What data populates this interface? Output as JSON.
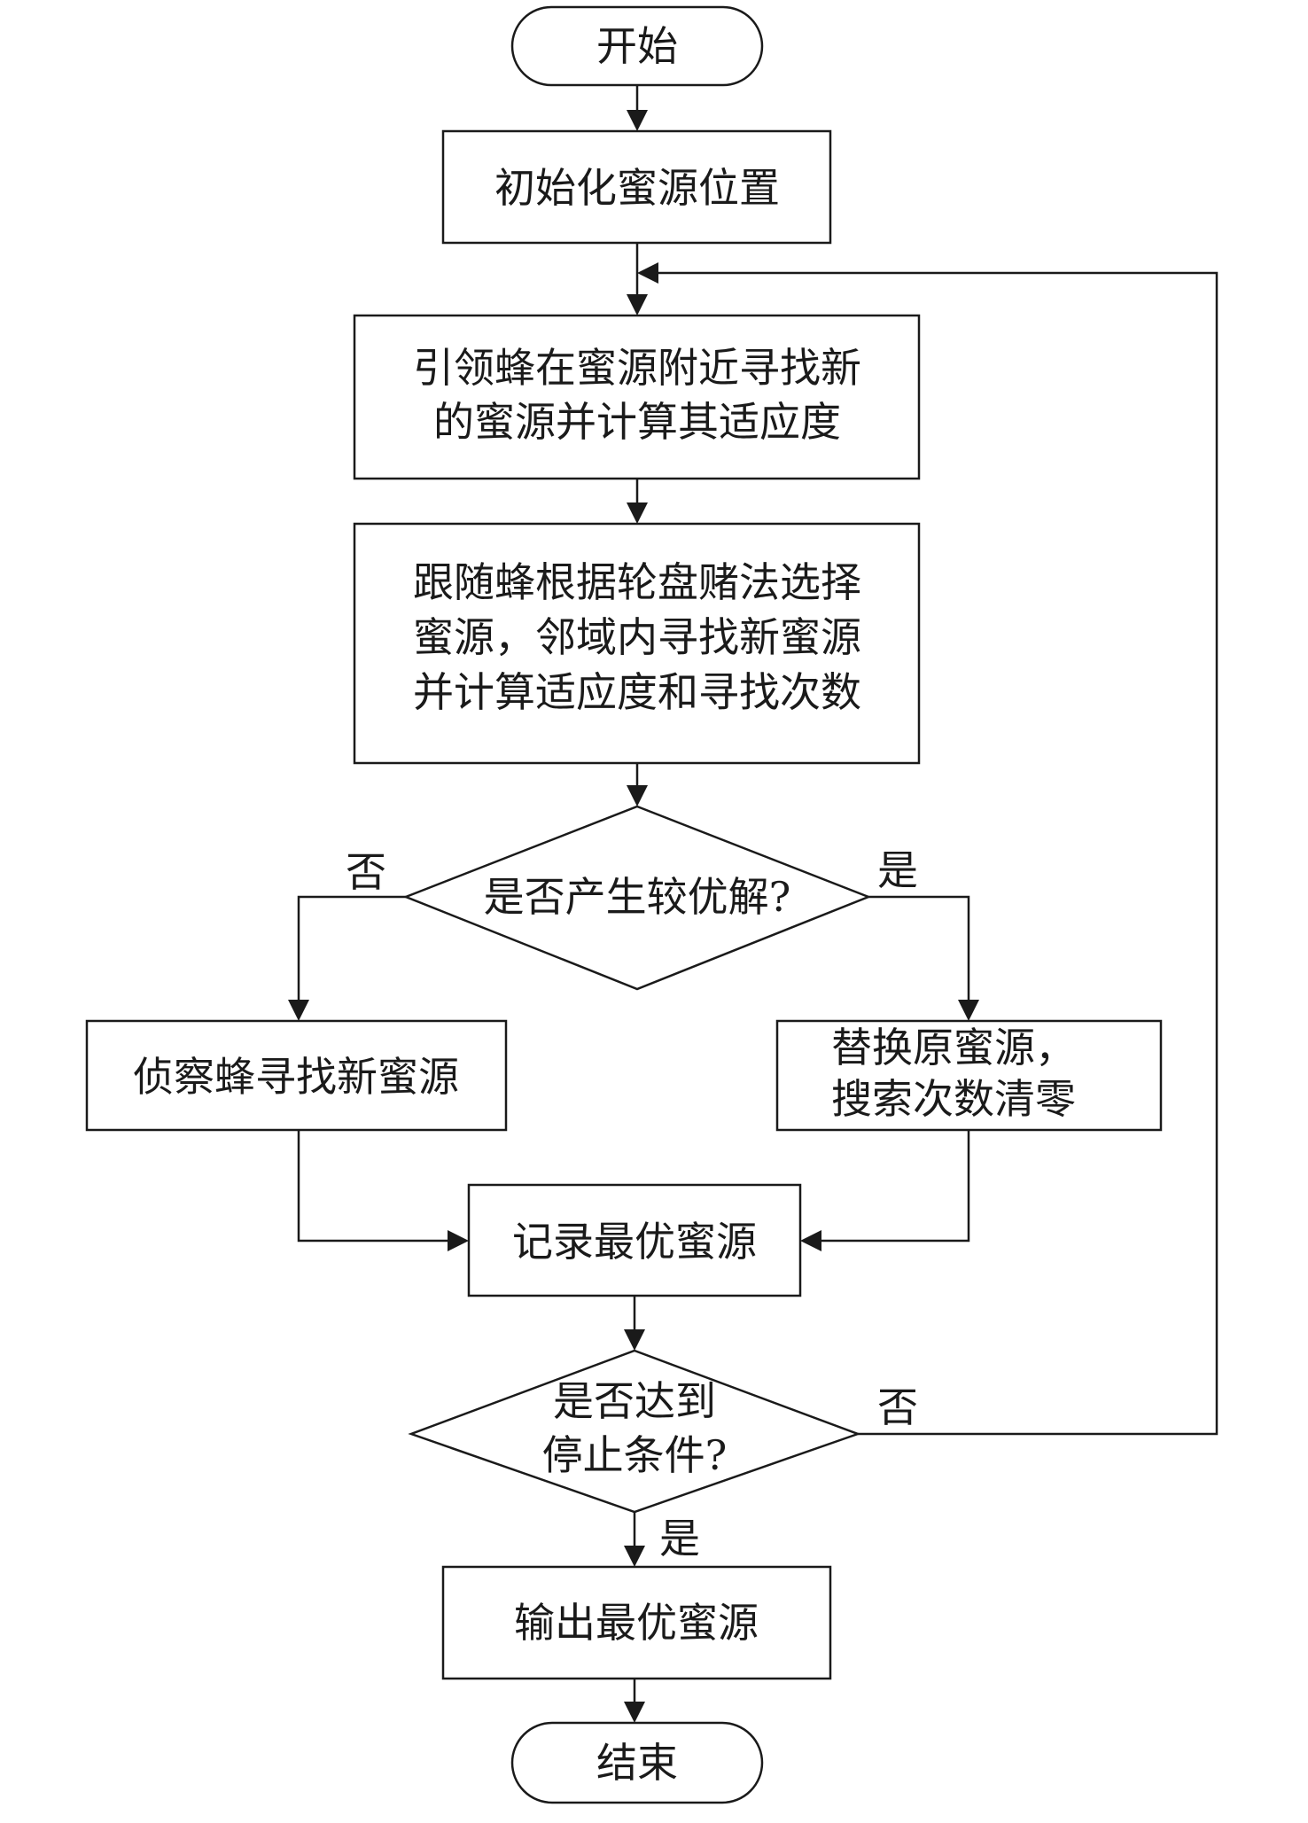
{
  "nodes": {
    "start": "开始",
    "init": "初始化蜜源位置",
    "employed": [
      "引领蜂在蜜源附近寻找新",
      "的蜜源并计算其适应度"
    ],
    "onlooker": [
      "跟随蜂根据轮盘赌法选择",
      "蜜源，邻域内寻找新蜜源",
      "并计算适应度和寻找次数"
    ],
    "better_decision": "是否产生较优解?",
    "scout": "侦察蜂寻找新蜜源",
    "replace": [
      "替换原蜜源，",
      "搜索次数清零"
    ],
    "record": "记录最优蜜源",
    "stop_decision": [
      "是否达到",
      "停止条件?"
    ],
    "output": "输出最优蜜源",
    "end": "结束"
  },
  "labels": {
    "better_no": "否",
    "better_yes": "是",
    "stop_no": "否",
    "stop_yes": "是"
  }
}
